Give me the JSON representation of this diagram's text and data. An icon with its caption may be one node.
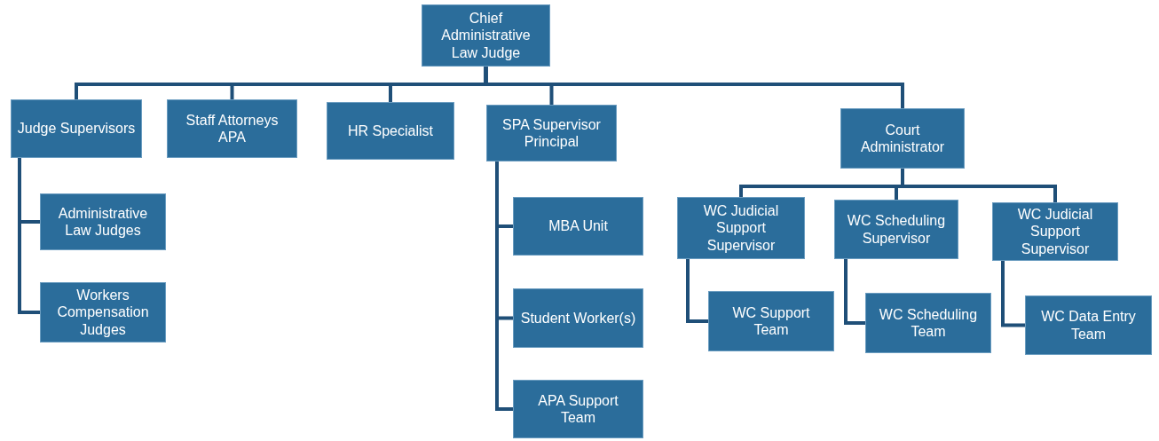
{
  "diagram": {
    "nodes": [
      {
        "text": [
          "Chief Administrative Law Judge"
        ]
      },
      {
        "text": [
          "Judge Supervisors"
        ]
      },
      {
        "text": [
          "Staff Attorneys APA"
        ]
      },
      {
        "text": [
          "HR Specialist"
        ]
      },
      {
        "text": [
          "SPA Supervisor Principal"
        ]
      },
      {
        "text": [
          "Court Administrator"
        ]
      },
      {
        "text": [
          "Administrative Law Judges"
        ]
      },
      {
        "text": [
          "Workers Compensation Judges"
        ]
      },
      {
        "text": [
          "MBA Unit"
        ]
      },
      {
        "text": [
          "Student Worker(s)"
        ]
      },
      {
        "text": [
          "APA Support Team"
        ]
      },
      {
        "text": [
          "WC Judicial Support Supervisor"
        ]
      },
      {
        "text": [
          "WC Scheduling Supervisor"
        ]
      },
      {
        "text": [
          "WC Judicial Support Supervisor"
        ]
      },
      {
        "text": [
          "WC Support Team"
        ]
      },
      {
        "text": [
          "WC Scheduling Team"
        ]
      },
      {
        "text": [
          "WC Data Entry Team"
        ]
      }
    ],
    "edges": [
      {
        "from": 0,
        "to": 1,
        "arrow": "none"
      },
      {
        "from": 0,
        "to": 2,
        "arrow": "none"
      },
      {
        "from": 0,
        "to": 3,
        "arrow": "none"
      },
      {
        "from": 0,
        "to": 4,
        "arrow": "none"
      },
      {
        "from": 0,
        "to": 5,
        "arrow": "none"
      },
      {
        "from": 1,
        "to": 6,
        "arrow": "none"
      },
      {
        "from": 1,
        "to": 7,
        "arrow": "none"
      },
      {
        "from": 4,
        "to": 8,
        "arrow": "none"
      },
      {
        "from": 4,
        "to": 9,
        "arrow": "none"
      },
      {
        "from": 4,
        "to": 10,
        "arrow": "none"
      },
      {
        "from": 5,
        "to": 11,
        "arrow": "none"
      },
      {
        "from": 5,
        "to": 12,
        "arrow": "none"
      },
      {
        "from": 5,
        "to": 13,
        "arrow": "none"
      },
      {
        "from": 11,
        "to": 14,
        "arrow": "none"
      },
      {
        "from": 12,
        "to": 15,
        "arrow": "none"
      },
      {
        "from": 13,
        "to": 16,
        "arrow": "none"
      }
    ]
  }
}
